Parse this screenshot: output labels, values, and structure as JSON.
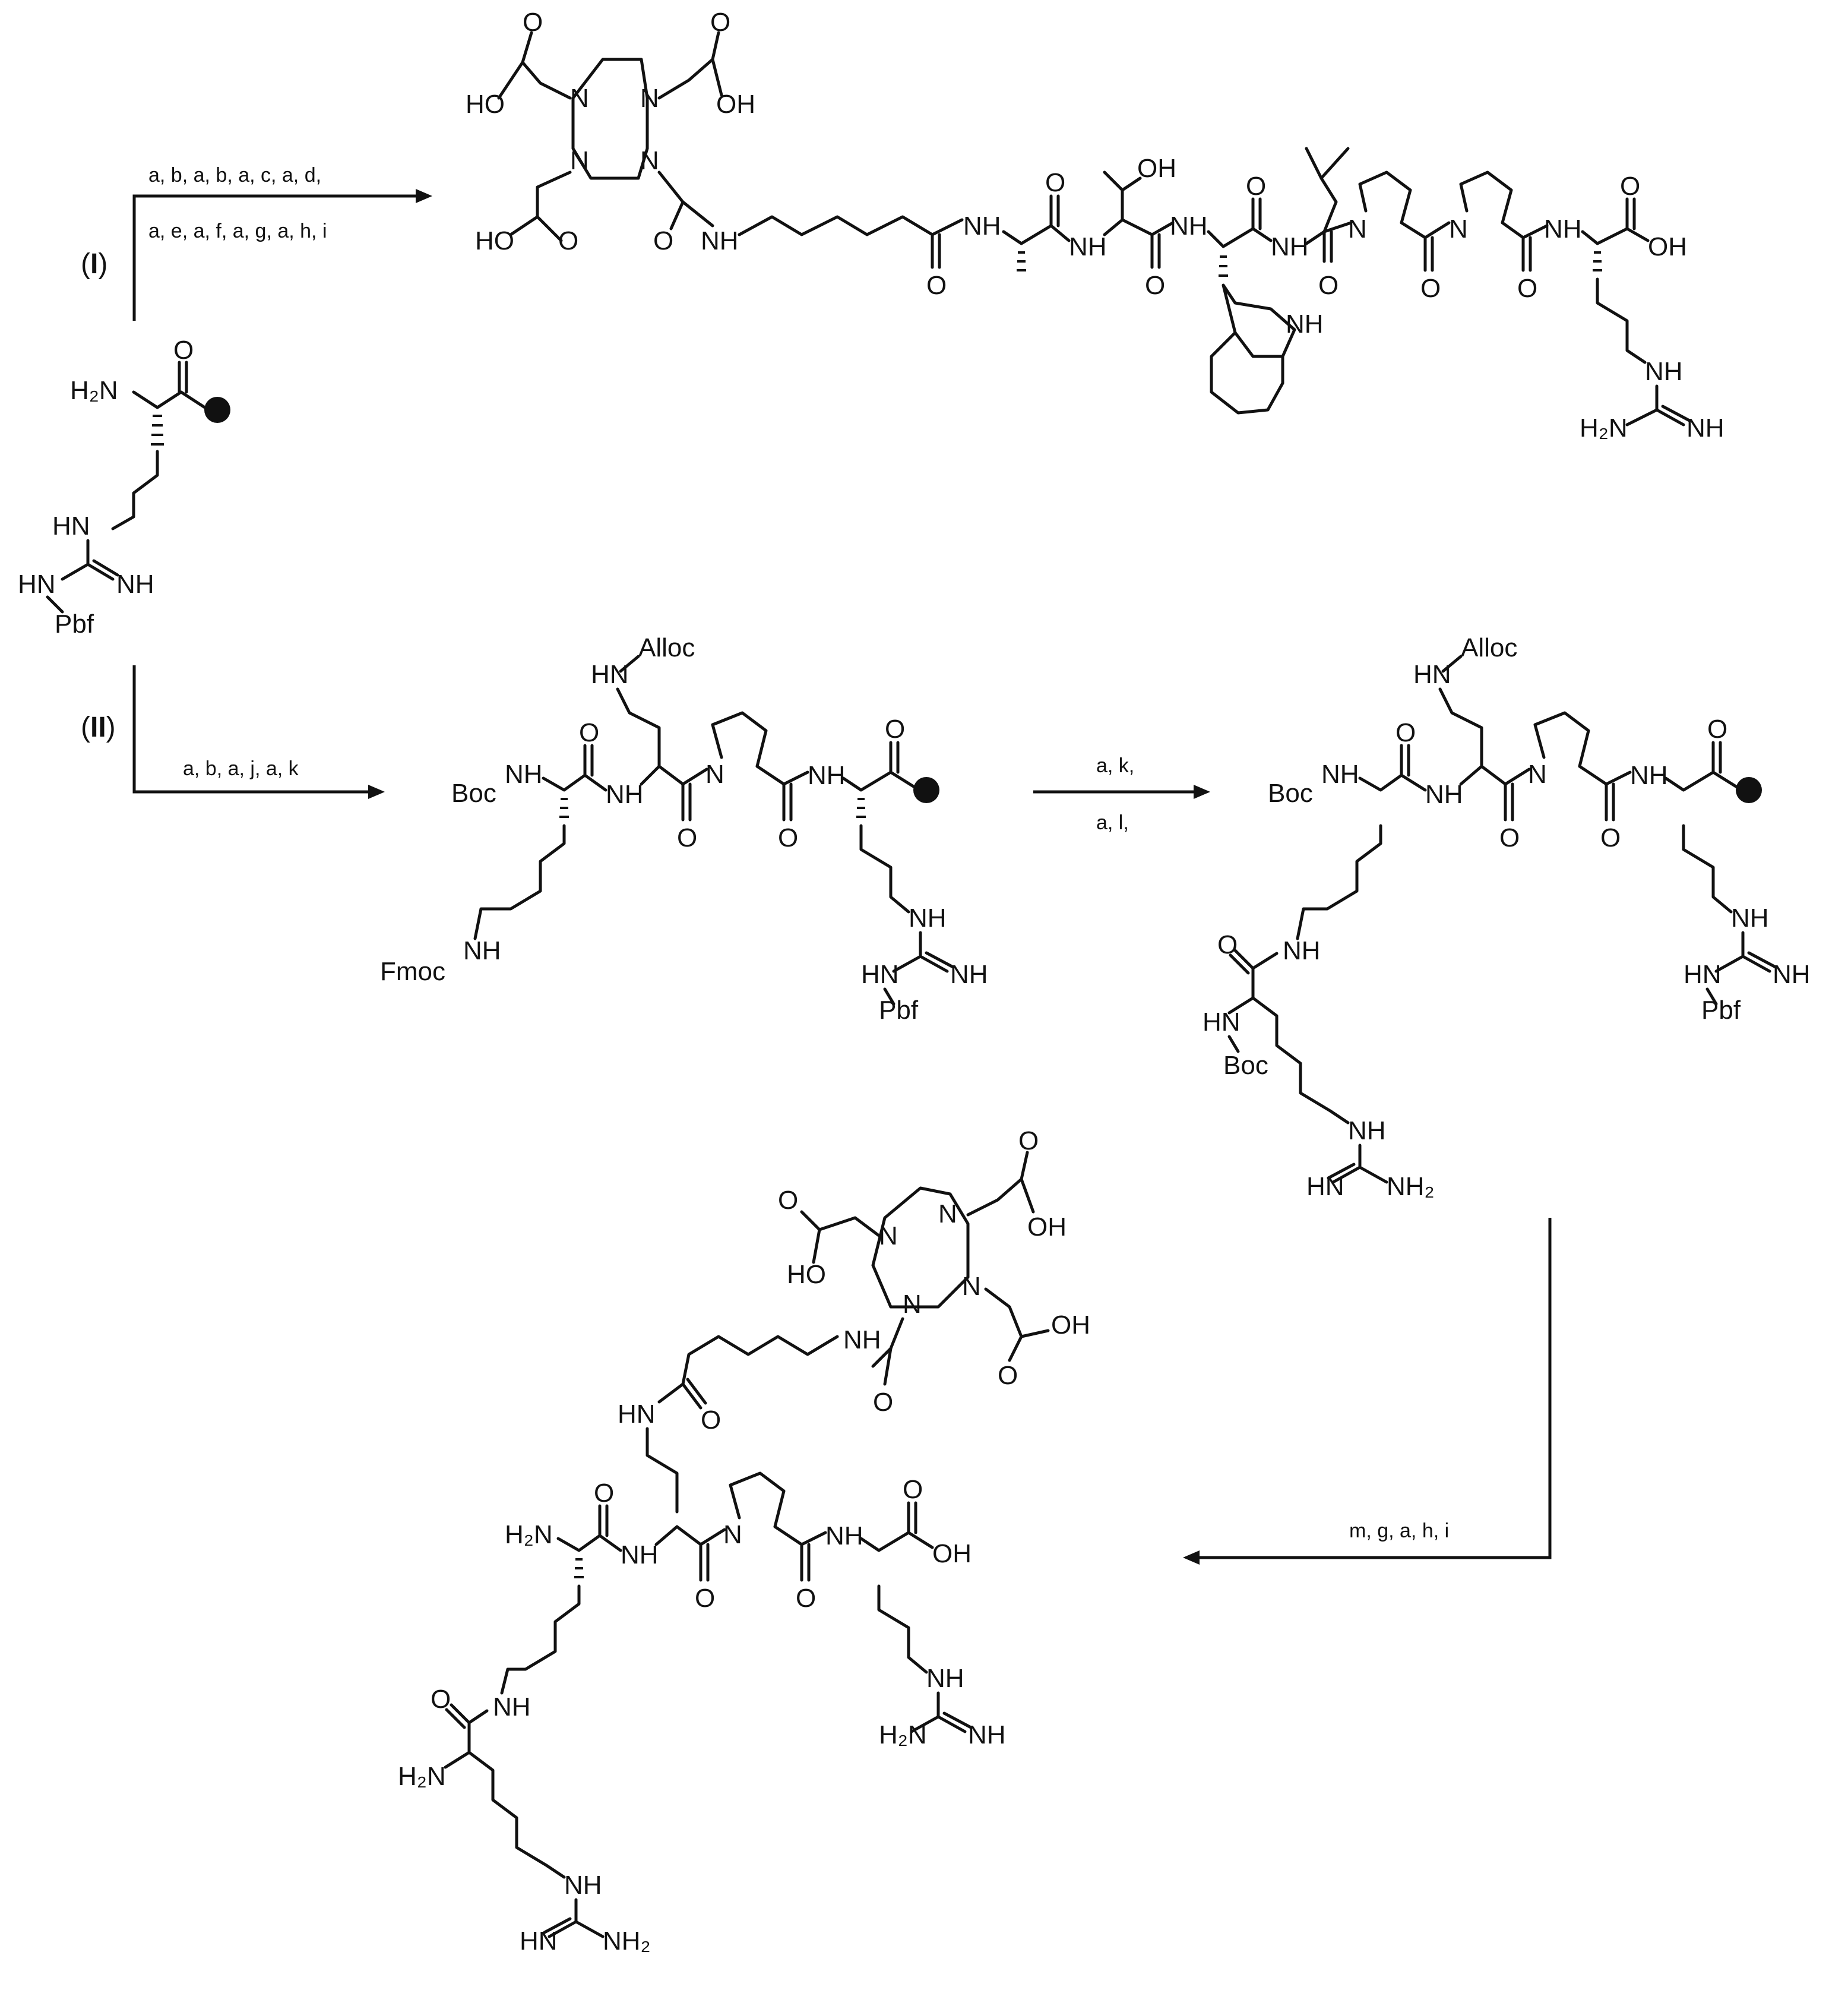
{
  "routes": {
    "route1": {
      "label_open": "(",
      "label_mid": "I",
      "label_close": ")",
      "conditions_line1": "a, b, a, b, a, c, a, d,",
      "conditions_line2": "a, e, a, f, a, g, a, h, i"
    },
    "route2": {
      "label_open": "(",
      "label_mid": "II",
      "label_close": ")",
      "conditions": "a, b, a, j, a, k"
    },
    "step3": {
      "conditions_line1": "a, k,",
      "conditions_line2": "a, l,"
    },
    "step4": {
      "conditions": "m, g, a, h, i"
    }
  },
  "start": {
    "amine": "H₂N",
    "carbonyl_o": "O",
    "hn": "HN",
    "hn2": "HN",
    "nh": "NH",
    "protect": "Pbf"
  },
  "product1": {
    "dota": {
      "n": "N",
      "cooh_ho": "HO",
      "oh": "OH",
      "o": "O"
    },
    "nh": "NH",
    "o": "O",
    "oh": "OH",
    "indole_nh": "NH",
    "n": "N",
    "guan_nh": "NH",
    "guan_h2n": "H₂N",
    "guan_nh2": "NH",
    "acid_oh": "OH"
  },
  "intermediate1": {
    "alloc_hn": "HN",
    "alloc": "Alloc",
    "boc": "Boc",
    "nh": "NH",
    "fmoc": "Fmoc",
    "o": "O",
    "n": "N",
    "hn": "HN",
    "pbf": "Pbf"
  },
  "intermediate2": {
    "alloc_hn": "HN",
    "alloc": "Alloc",
    "boc": "Boc",
    "nh": "NH",
    "hn": "HN",
    "o": "O",
    "n": "N",
    "pbf": "Pbf",
    "guan_hn": "HN",
    "guan_nh2": "NH₂"
  },
  "product2": {
    "h2n": "H₂N",
    "nh": "NH",
    "o": "O",
    "oh": "OH",
    "ho": "HO",
    "n": "N",
    "hn": "HN",
    "nh2": "NH₂"
  }
}
